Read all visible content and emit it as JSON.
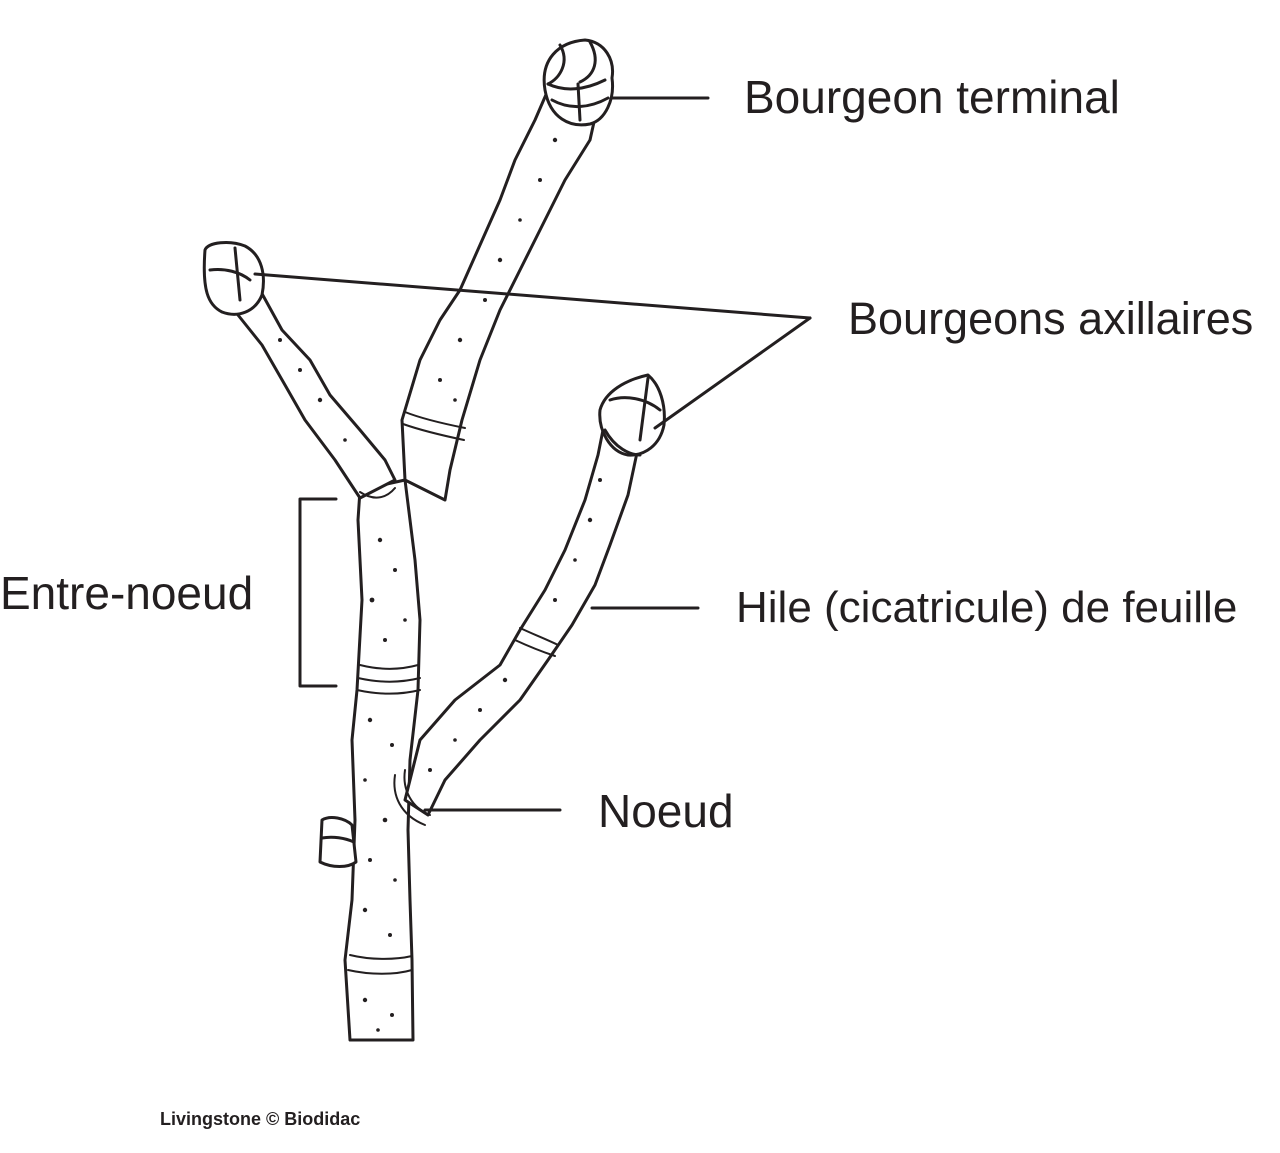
{
  "labels": {
    "terminal_bud": "Bourgeon terminal",
    "axillary_buds": "Bourgeons axillaires",
    "internode": "Entre-noeud",
    "leaf_scar": "Hile (cicatricule) de feuille",
    "node": "Noeud"
  },
  "credit": "Livingstone © Biodidac",
  "colors": {
    "ink": "#231f20",
    "background": "#ffffff",
    "bark": "#ffffff"
  }
}
